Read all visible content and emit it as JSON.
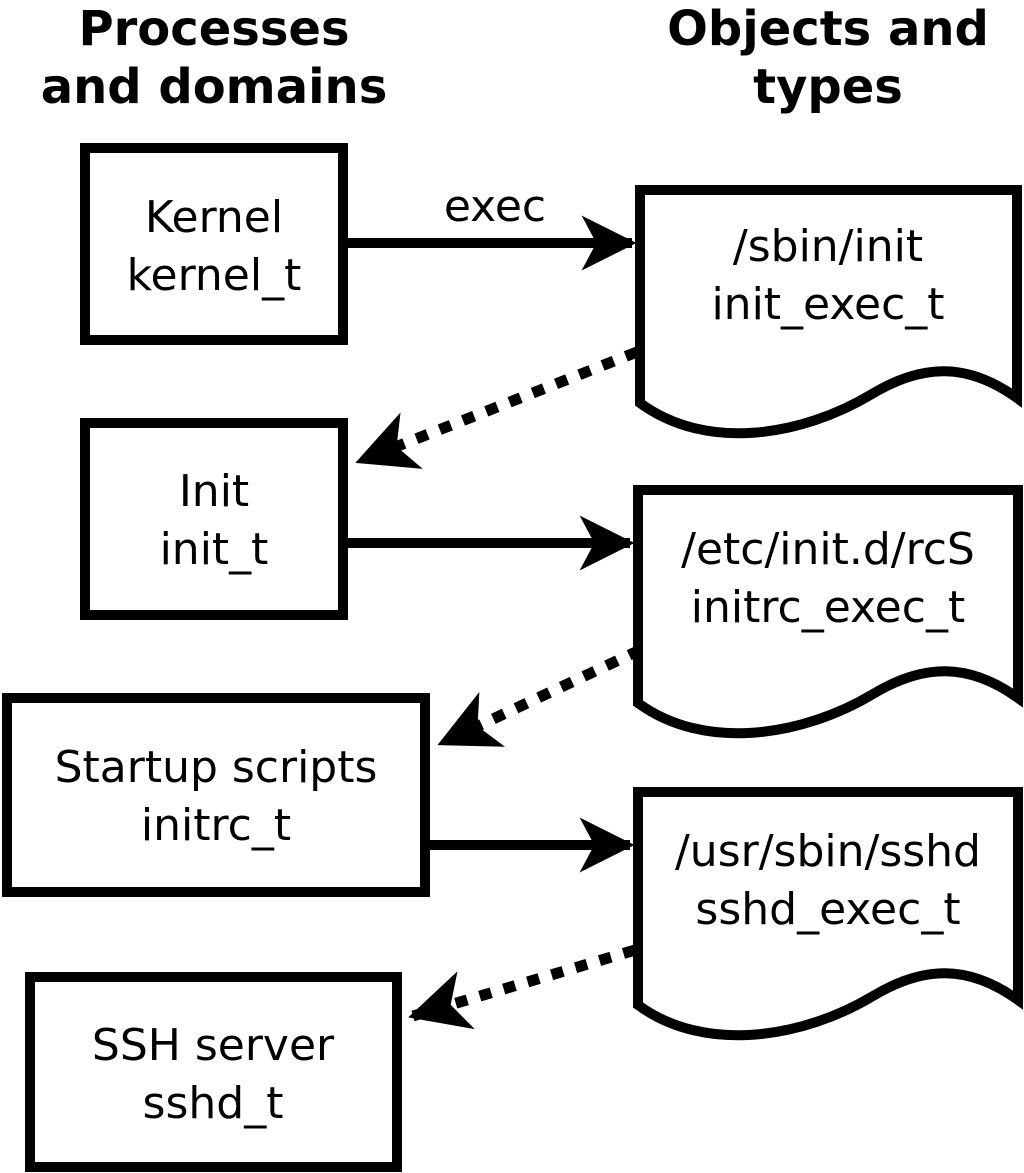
{
  "headers": {
    "left": {
      "line1": "Processes",
      "line2": "and domains"
    },
    "right": {
      "line1": "Objects and",
      "line2": "types"
    }
  },
  "labels": {
    "exec": "exec"
  },
  "processes": [
    {
      "name": "Kernel",
      "type": "kernel_t"
    },
    {
      "name": "Init",
      "type": "init_t"
    },
    {
      "name": "Startup scripts",
      "type": "initrc_t"
    },
    {
      "name": "SSH server",
      "type": "sshd_t"
    }
  ],
  "objects": [
    {
      "path": "/sbin/init",
      "type": "init_exec_t"
    },
    {
      "path": "/etc/init.d/rcS",
      "type": "initrc_exec_t"
    },
    {
      "path": "/usr/sbin/sshd",
      "type": "sshd_exec_t"
    }
  ],
  "colors": {
    "ink": "#000000",
    "background": "#ffffff"
  }
}
